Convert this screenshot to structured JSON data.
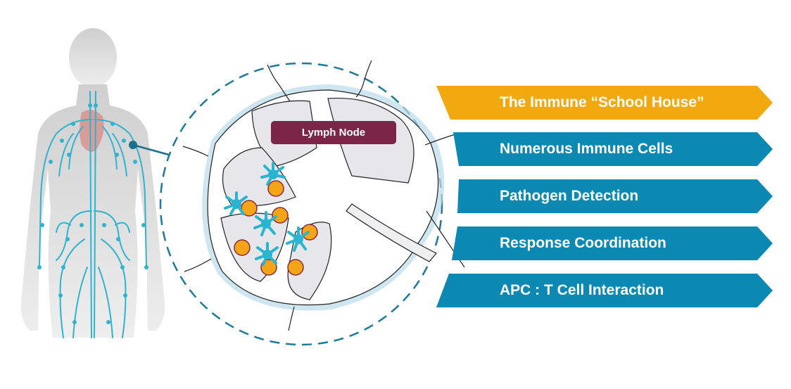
{
  "figure": {
    "title": "Lymph node immune functions",
    "node_label": "Lymph Node",
    "banners": [
      {
        "label": "The Immune “School House”",
        "color": "#f2a80f"
      },
      {
        "label": "Numerous Immune Cells",
        "color": "#0b89b3"
      },
      {
        "label": "Pathogen Detection",
        "color": "#0b89b3"
      },
      {
        "label": "Response Coordination",
        "color": "#0b89b3"
      },
      {
        "label": "APC : T Cell Interaction",
        "color": "#0b89b3"
      }
    ]
  },
  "colors": {
    "body": "#dcdcdc",
    "lymph_vessel": "#2fb3cf",
    "heart": "#d98a84",
    "dashed_circle": "#1c7a9c",
    "node_fill": "#e7e6ea",
    "node_halo": "#b8dbe8",
    "dendritic_cell": "#29b5d2",
    "t_cell": "#f4a417",
    "t_cell_ring": "#8b2a40",
    "label_bg": "#7b2646"
  }
}
